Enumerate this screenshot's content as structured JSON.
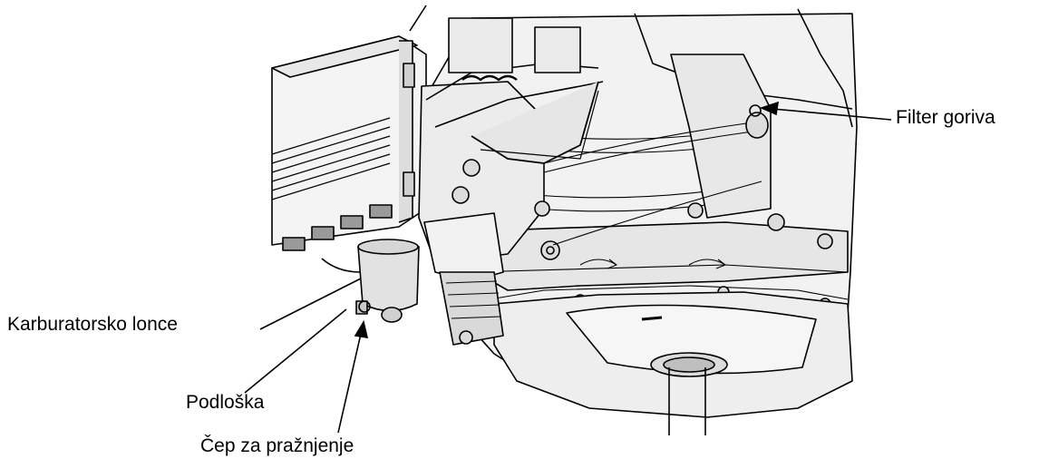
{
  "labels": {
    "fuel_filter": "Filter goriva",
    "carburetor_bowl": "Karburatorsko lonce",
    "washer": "Podloška",
    "drain_plug": "Čep za pražnjenje"
  },
  "colors": {
    "line": "#000000",
    "fill_light": "#f2f2f2",
    "fill_mid": "#e0e0e0",
    "fill_dark": "#c8c8c8",
    "background": "#ffffff"
  }
}
